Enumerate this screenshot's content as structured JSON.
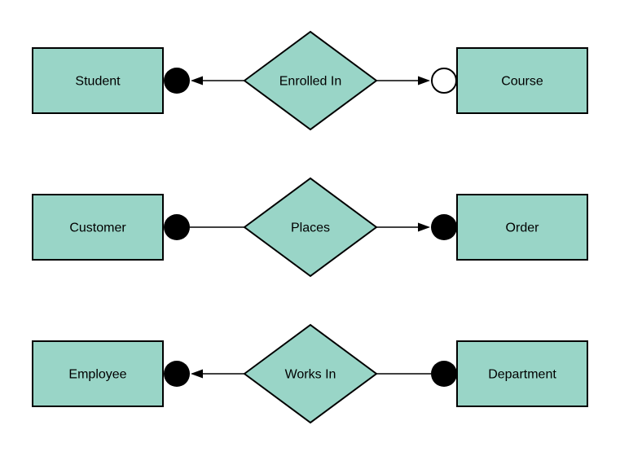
{
  "diagram": {
    "type": "entity-relationship",
    "background_color": "#ffffff",
    "shape_fill": "#99d5c7",
    "shape_stroke": "#000000",
    "connector_color": "#000000",
    "rows": [
      {
        "left_entity": "Student",
        "relationship": "Enrolled In",
        "right_entity": "Course",
        "left_connector": {
          "terminator": "filled-circle",
          "arrowhead": "toward-left-entity"
        },
        "right_connector": {
          "terminator": "open-circle",
          "arrowhead": "toward-right-entity"
        }
      },
      {
        "left_entity": "Customer",
        "relationship": "Places",
        "right_entity": "Order",
        "left_connector": {
          "terminator": "filled-circle",
          "arrowhead": "none"
        },
        "right_connector": {
          "terminator": "filled-circle",
          "arrowhead": "toward-right-entity"
        }
      },
      {
        "left_entity": "Employee",
        "relationship": "Works In",
        "right_entity": "Department",
        "left_connector": {
          "terminator": "filled-circle",
          "arrowhead": "toward-left-entity"
        },
        "right_connector": {
          "terminator": "filled-circle",
          "arrowhead": "none"
        }
      }
    ]
  }
}
